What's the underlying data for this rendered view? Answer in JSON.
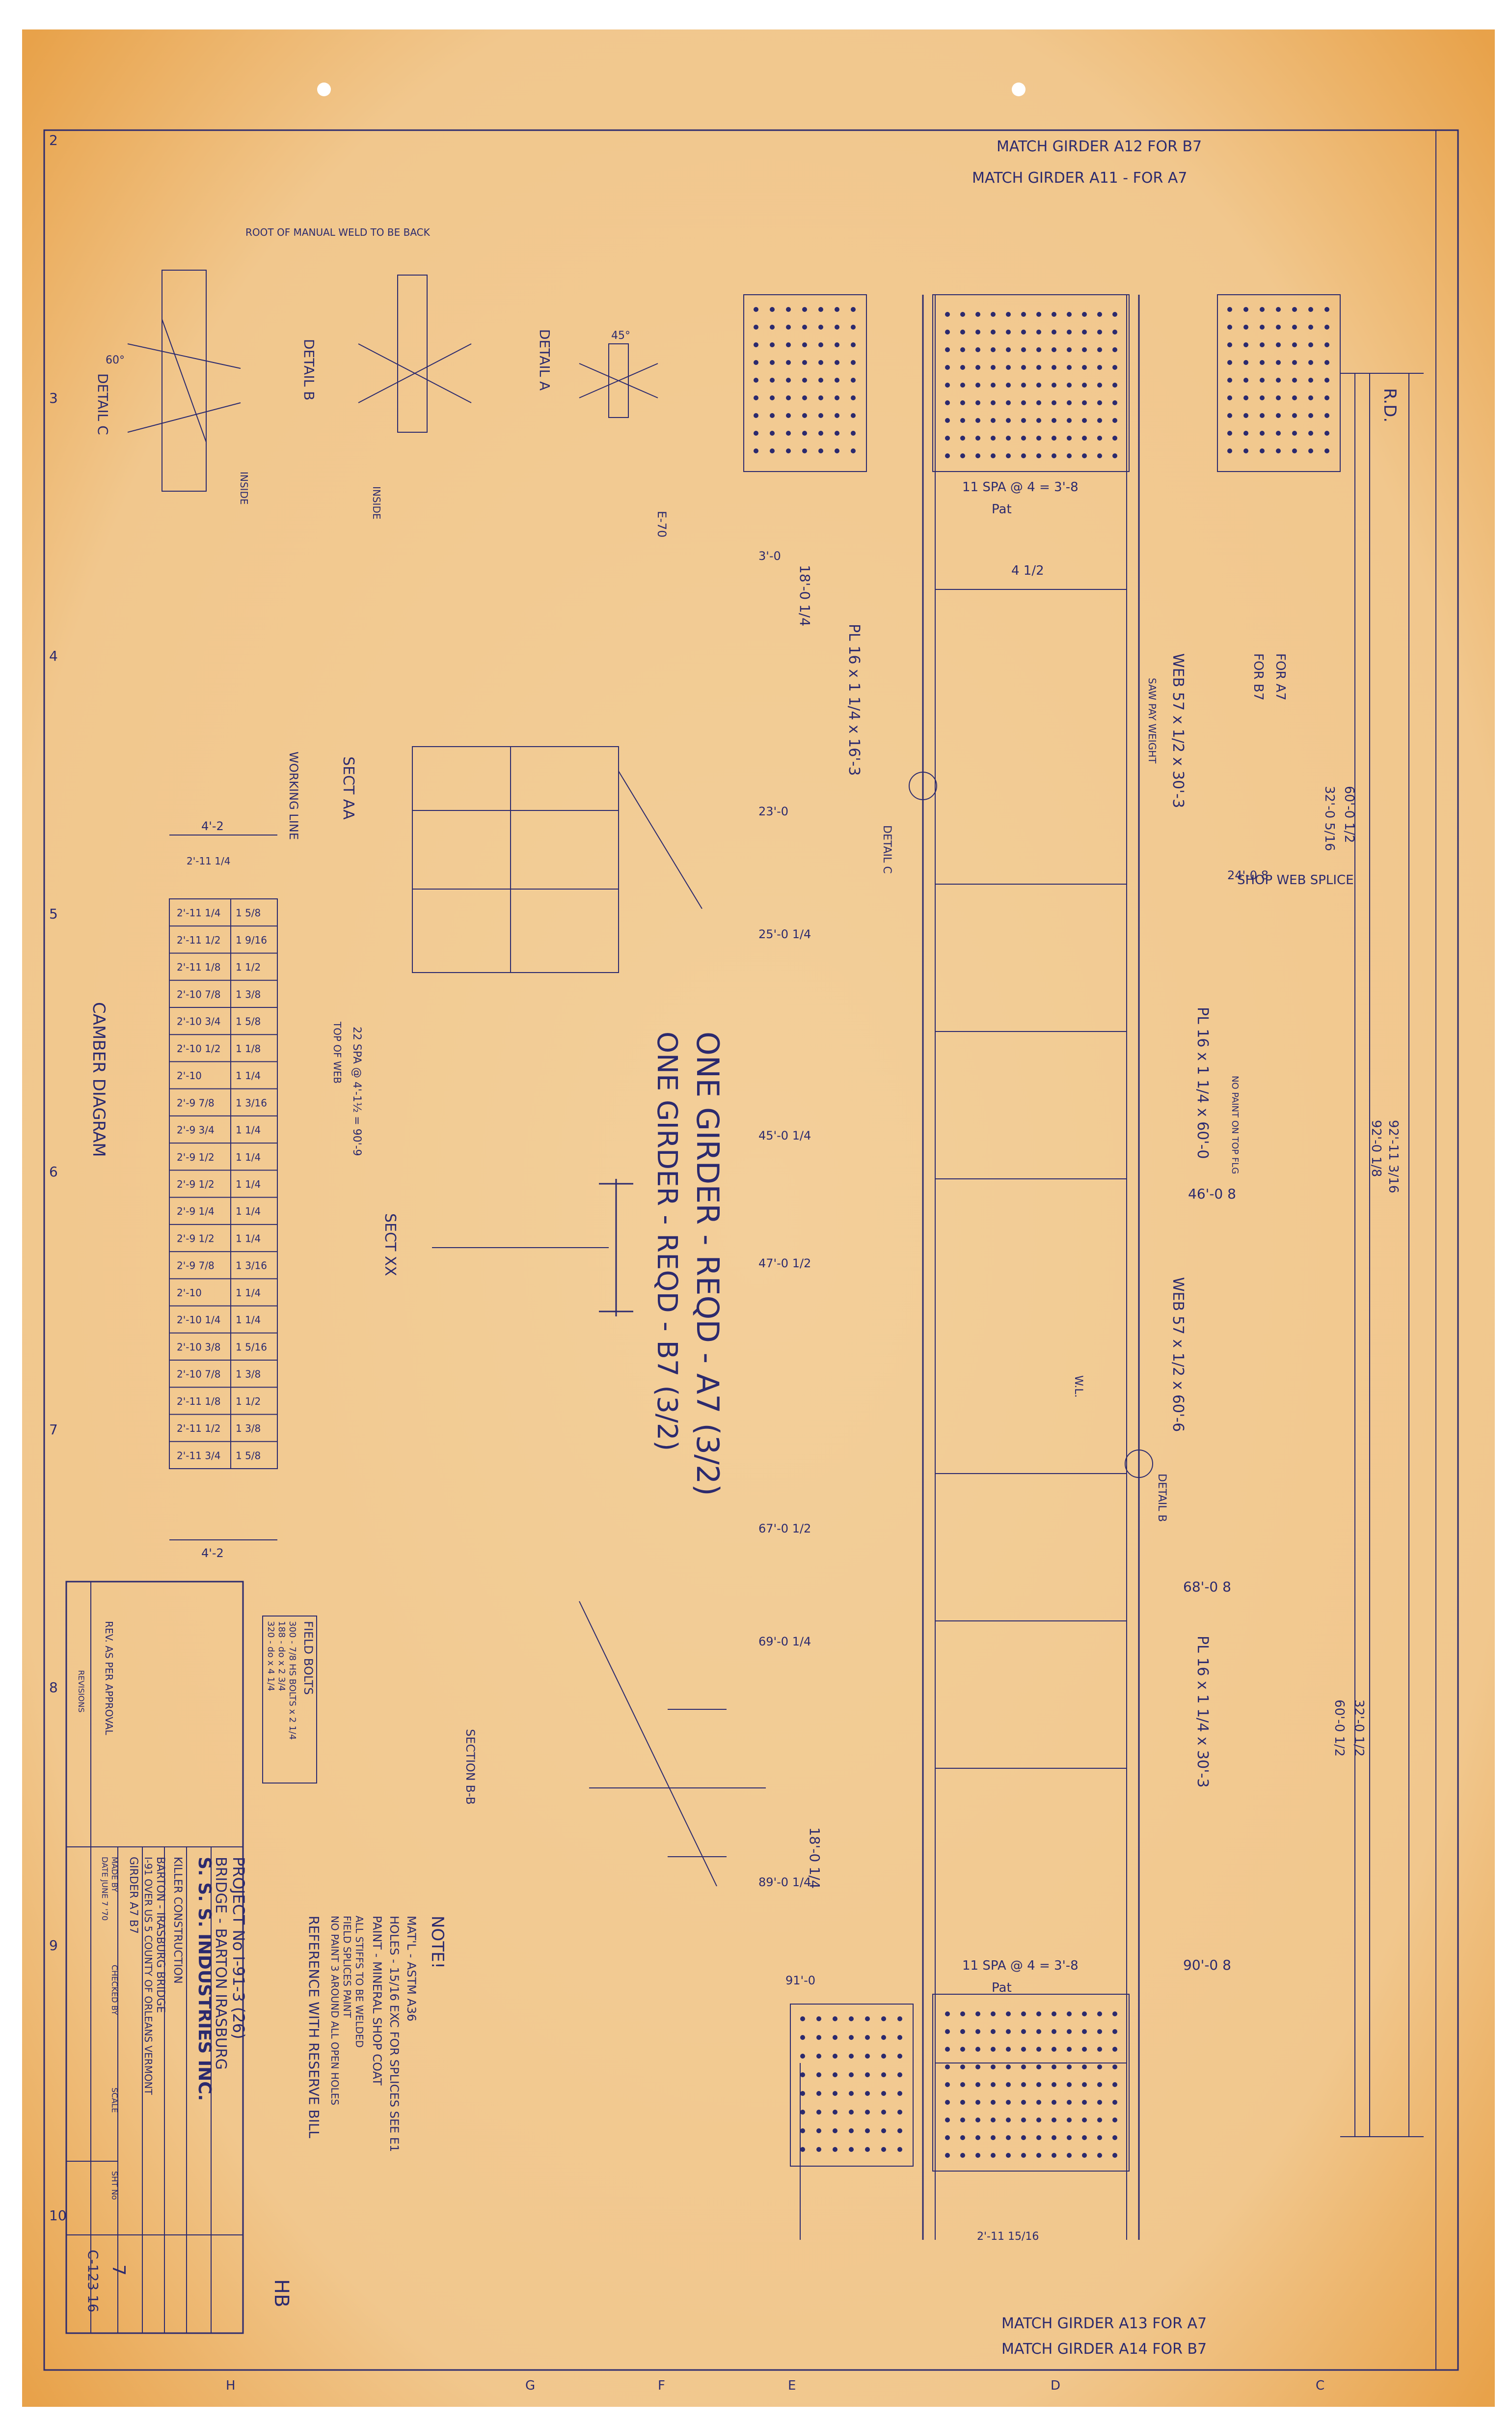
{
  "colors": {
    "paper": "#f1c78d",
    "paper_edge": "#e8a24a",
    "ink": "#2c2a6e"
  },
  "top_notes": {
    "match_top_1": "MATCH GIRDER A12 FOR B7",
    "match_top_2": "MATCH GIRDER A11 - FOR A7"
  },
  "bottom_notes": {
    "match_bot_1": "MATCH GIRDER A13 FOR A7",
    "match_bot_2": "MATCH GIRDER A14 FOR B7"
  },
  "details": {
    "detail_c": "DETAIL C",
    "detail_b": "DETAIL B",
    "detail_a": "DETAIL A",
    "detail_b_note": "ROOT OF MANUAL WELD TO BE BACK",
    "inside_1": "INSIDE",
    "inside_2": "INSIDE",
    "ea_label": "E-70",
    "sixty": "60°",
    "forty_five": "45°"
  },
  "sections": {
    "sect_aa": "SECT AA",
    "sect_xx": "SECT XX",
    "section_bb": "SECTION B-B",
    "working_line": "WORKING LINE",
    "camber_diagram": "CAMBER DIAGRAM",
    "top_of_web": "TOP OF WEB",
    "twenty_two_spa": "22 SPA @ 4'-1½ = 90'-9"
  },
  "girder": {
    "one_girder_a7": "ONE GIRDER - REQD - A7 (3/2)",
    "one_girder_b7": "ONE GIRDER - REQD - B7 (3/2)",
    "shop_web_splice": "SHOP WEB SPLICE",
    "detail_c_ref": "DETAIL C",
    "detail_b_ref": "DETAIL B",
    "web_a": "WEB 57 x 1/2 x 30'-3",
    "web_b": "WEB 57 x 1/2 x 60'-6",
    "pl_top_1": "PL 16 x 1 1/4 x 16'-3",
    "pl_top_2": "PL 16 x 1 1/4 x 60'-0",
    "pl_top_3": "PL 16 x 1 1/4 x 30'-3",
    "pay_weight": "SAW PAY WEIGHT",
    "spa_top": "11 SPA @ 4 = 3'-8",
    "spa_bot": "11 SPA @ 4 = 3'-8",
    "pat_top": "Pat",
    "pat_bot": "Pat",
    "rd": "R.D.",
    "for_a7": "FOR A7",
    "for_b7": "FOR B7",
    "no_paint": "NO PAINT ON TOP FLG",
    "wl": "W.L."
  },
  "dims": {
    "d1": "3'-0",
    "d2": "18'-0 1/4",
    "d3": "23'-0",
    "d4": "25'-0 1/4",
    "d5": "45'-0 1/4",
    "d6": "47'-0 1/2",
    "d7": "67'-0 1/2",
    "d8": "69'-0 1/4",
    "d9": "89'-0 1/4",
    "d10": "91'-0",
    "d11": "24'-0 8",
    "d12": "46'-0 8",
    "d13": "68'-0 8",
    "d14": "90'-0 8",
    "d15": "60'-0 1/2",
    "d16": "32'-0 5/16",
    "d17": "92'-11 3/16",
    "d18": "92'-0 1/8",
    "d19": "32'-0 1/2",
    "d20": "60'-0 1/2",
    "d21": "18'-0 1/4",
    "d22": "4 1/2",
    "d23": "2'-11 1/4",
    "d24": "2'-11 15/16",
    "d25": "4'-2",
    "d26": "4'-2"
  },
  "camber": {
    "rows": [
      {
        "a": "2'-11 1/4",
        "b": "1 5/8"
      },
      {
        "a": "2'-11 1/2",
        "b": "1 9/16"
      },
      {
        "a": "2'-11 1/8",
        "b": "1 1/2"
      },
      {
        "a": "2'-10 7/8",
        "b": "1 3/8"
      },
      {
        "a": "2'-10 3/4",
        "b": "1 5/8"
      },
      {
        "a": "2'-10 1/2",
        "b": "1 1/8"
      },
      {
        "a": "2'-10",
        "b": "1 1/4"
      },
      {
        "a": "2'-9 7/8",
        "b": "1 3/16"
      },
      {
        "a": "2'-9 3/4",
        "b": "1 1/4"
      },
      {
        "a": "2'-9 1/2",
        "b": "1 1/4"
      },
      {
        "a": "2'-9 1/2",
        "b": "1 1/4"
      },
      {
        "a": "2'-9 1/4",
        "b": "1 1/4"
      },
      {
        "a": "2'-9 1/2",
        "b": "1 1/4"
      },
      {
        "a": "2'-9 7/8",
        "b": "1 3/16"
      },
      {
        "a": "2'-10",
        "b": "1 1/4"
      },
      {
        "a": "2'-10 1/4",
        "b": "1 1/4"
      },
      {
        "a": "2'-10 3/8",
        "b": "1 5/16"
      },
      {
        "a": "2'-10 7/8",
        "b": "1 3/8"
      },
      {
        "a": "2'-11 1/8",
        "b": "1 1/2"
      },
      {
        "a": "2'-11 1/2",
        "b": "1 3/8"
      },
      {
        "a": "2'-11 3/4",
        "b": "1 5/8"
      }
    ]
  },
  "field_bolts": {
    "title": "FIELD BOLTS",
    "line1": "300 - 7/8 HS BOLTS x 2 1/4",
    "line2": "188 - do x 2 3/4",
    "line3": "320 - do x 4 1/4"
  },
  "notes": {
    "title": "NOTE!",
    "matl": "MAT'L - ASTM A36",
    "holes": "HOLES - 15/16 EXC FOR SPLICES SEE E1",
    "paint": "PAINT - MINERAL SHOP COAT",
    "stiff1": "ALL STIFFS TO BE WELDED",
    "stiff2": "FIELD SPLICES PAINT",
    "stiff3": "NO PAINT 3 AROUND ALL OPEN HOLES",
    "ref": "REFERENCE WITH RESERVE BILL"
  },
  "title_block": {
    "project_no": "PROJECT No I-91-3 (26)",
    "bridge": "BRIDGE - BARTON IRASBURG",
    "company": "S. S. S. INDUSTRIES INC.",
    "customer": "KILLER CONSTRUCTION",
    "structure": "BARTON - IRASBURG BRIDGE",
    "location": "I-91 OVER US 5 COUNTY OF ORLEANS VERMONT",
    "title": "GIRDER A7 B7",
    "rev_note": "REV. AS PER APPROVAL",
    "revisions": "REVISIONS",
    "dwg_no": "7",
    "contract": "C-123 16",
    "made_by": "MADE BY",
    "date": "DATE JUNE 7 '70",
    "checked": "CHECKED BY",
    "scale": "SCALE",
    "sheet_label": "SHT No",
    "signature": "HB"
  },
  "margin": {
    "n2": "2",
    "n3": "3",
    "n4": "4",
    "n5": "5",
    "n6": "6",
    "n7": "7",
    "n8": "8",
    "n9": "9",
    "n10": "10",
    "lH": "H",
    "lG": "G",
    "lF": "F",
    "lE": "E",
    "lD": "D",
    "lC": "C"
  }
}
